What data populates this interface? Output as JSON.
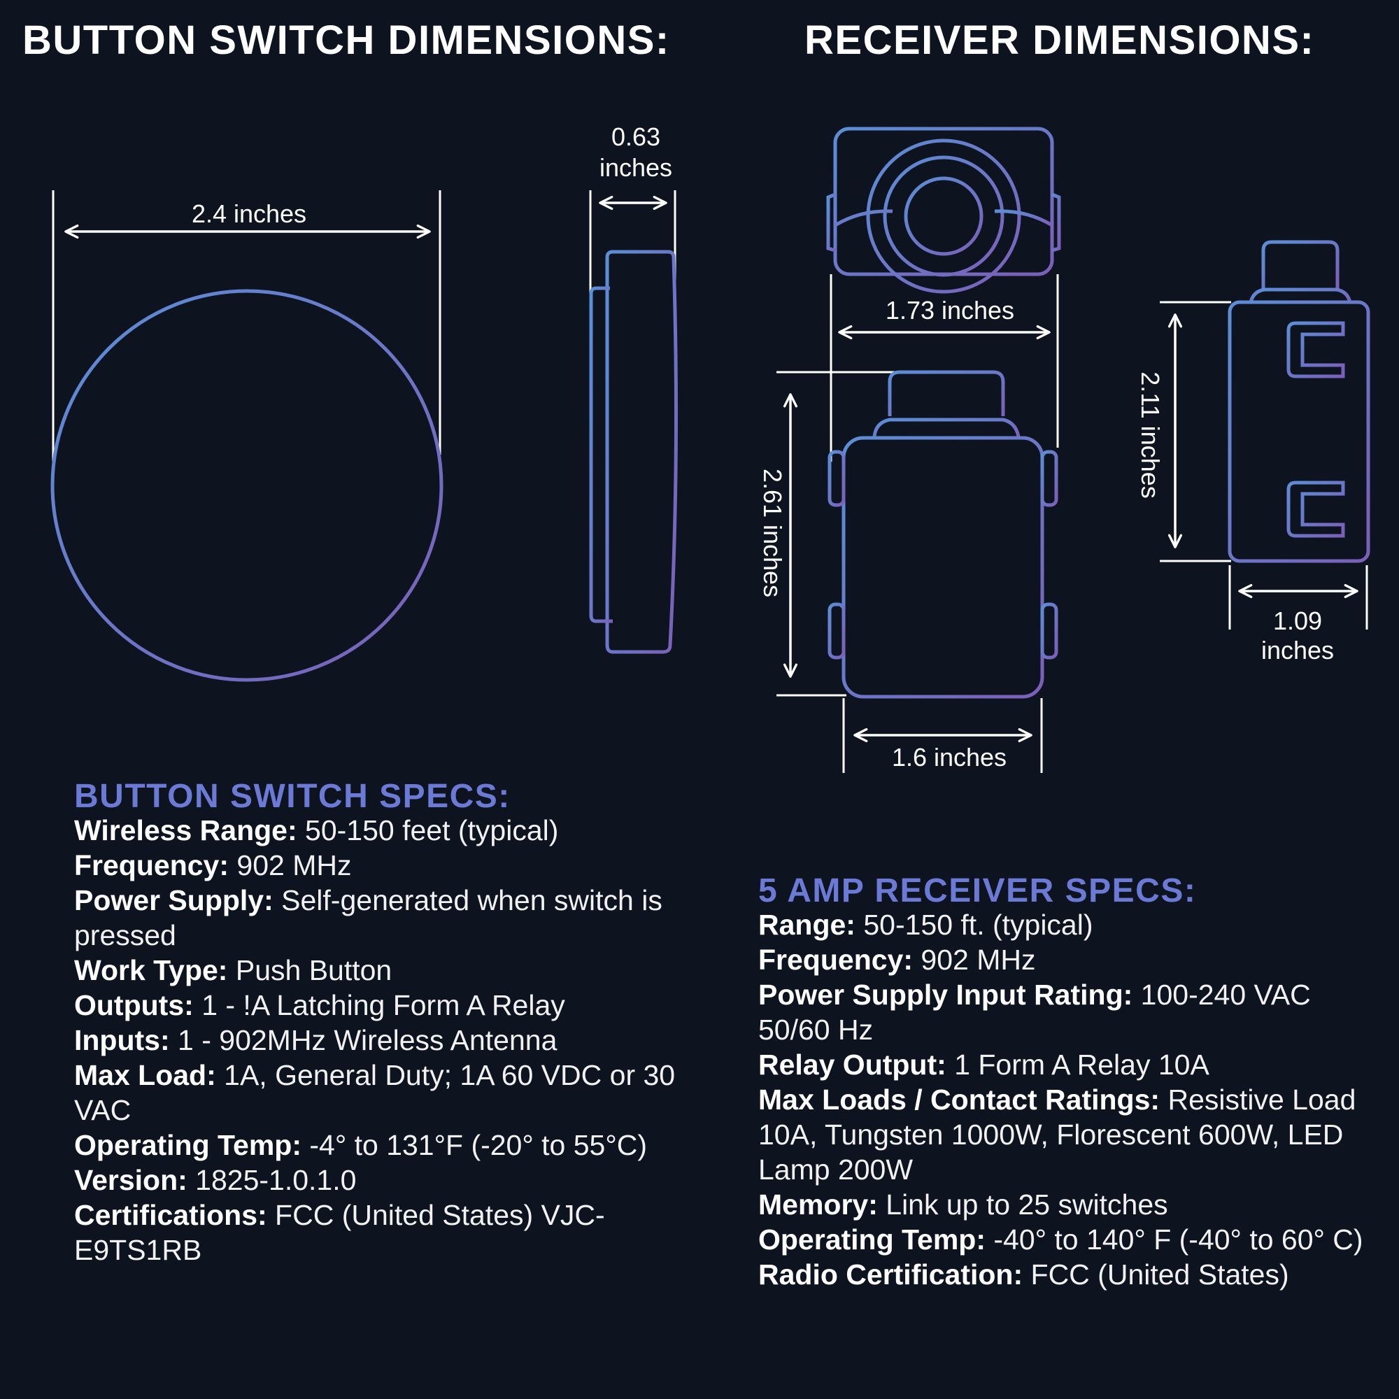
{
  "headings": {
    "button_dimensions": "BUTTON SWITCH DIMENSIONS:",
    "receiver_dimensions": "RECEIVER DIMENSIONS:"
  },
  "dimensions": {
    "button_width": "2.4 inches",
    "button_thickness_value": "0.63",
    "button_thickness_unit": "inches",
    "receiver_top_width": "1.73 inches",
    "receiver_height": "2.61 inches",
    "receiver_bottom_width": "1.6 inches",
    "receiver_side_height": "2.11 inches",
    "receiver_depth_value": "1.09",
    "receiver_depth_unit": "inches"
  },
  "colors": {
    "background": "#0e1320",
    "outline_start": "#5b8fd6",
    "outline_end": "#7b5fb8",
    "spec_heading": "#6b7ad4"
  },
  "button_specs": {
    "title": "BUTTON SWITCH SPECS:",
    "items": [
      {
        "label": "Wireless Range:",
        "value": " 50-150 feet (typical)"
      },
      {
        "label": "Frequency:",
        "value": " 902 MHz"
      },
      {
        "label": "Power Supply:",
        "value": " Self-generated when switch is pressed"
      },
      {
        "label": "Work Type:",
        "value": " Push Button"
      },
      {
        "label": "Outputs:",
        "value": " 1 - !A Latching Form A Relay"
      },
      {
        "label": "Inputs:",
        "value": " 1 - 902MHz Wireless Antenna"
      },
      {
        "label": "Max Load:",
        "value": " 1A, General Duty; 1A 60 VDC or 30 VAC"
      },
      {
        "label": "Operating Temp:",
        "value": " -4° to 131°F (-20° to 55°C)"
      },
      {
        "label": "Version:",
        "value": " 1825-1.0.1.0"
      },
      {
        "label": "Certifications:",
        "value": " FCC (United States) VJC-E9TS1RB"
      }
    ]
  },
  "receiver_specs": {
    "title": "5 AMP RECEIVER SPECS:",
    "items": [
      {
        "label": "Range:",
        "value": " 50-150 ft. (typical)"
      },
      {
        "label": "Frequency:",
        "value": " 902 MHz"
      },
      {
        "label": "Power Supply Input Rating:",
        "value": " 100-240 VAC 50/60 Hz"
      },
      {
        "label": "Relay Output:",
        "value": " 1 Form A Relay 10A"
      },
      {
        "label": "Max Loads / Contact Ratings:",
        "value": " Resistive Load 10A, Tungsten 1000W, Florescent 600W, LED Lamp 200W"
      },
      {
        "label": "Memory:",
        "value": " Link up to 25 switches"
      },
      {
        "label": "Operating Temp:",
        "value": " -40° to 140° F (-40° to 60° C)"
      },
      {
        "label": "Radio Certification:",
        "value": " FCC (United States)"
      }
    ]
  }
}
